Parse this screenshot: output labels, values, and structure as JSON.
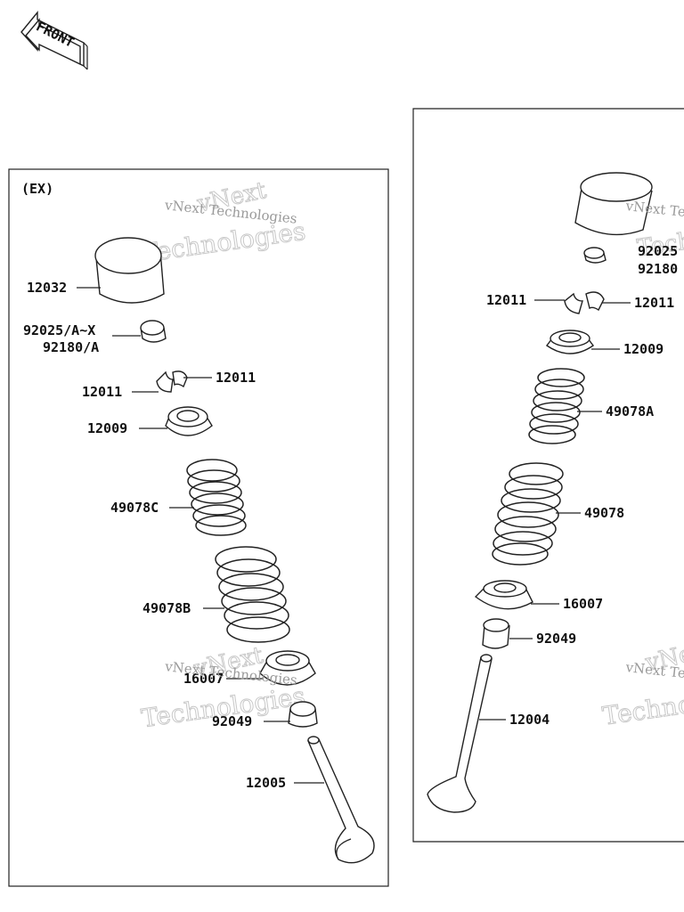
{
  "front_badge": "FRONT",
  "ex_panel": {
    "title": "(EX)",
    "labels": {
      "tappet": "12032",
      "shim_a": "92025/A~X",
      "shim_b": "92180/A",
      "keeper_right": "12011",
      "keeper_left": "12011",
      "retainer": "12009",
      "spring_c": "49078C",
      "spring_b": "49078B",
      "spring_seat": "16007",
      "stem_seal": "92049",
      "valve": "12005"
    }
  },
  "in_panel": {
    "labels": {
      "shim_a": "92025",
      "shim_b": "92180",
      "keeper_left": "12011",
      "keeper_right": "12011",
      "retainer": "12009",
      "spring_a": "49078A",
      "spring": "49078",
      "spring_seat": "16007",
      "stem_seal": "92049",
      "valve": "12004"
    }
  },
  "watermark": {
    "line1": "vNext",
    "line2": "vNext Technologies",
    "line3": "Technologies"
  }
}
